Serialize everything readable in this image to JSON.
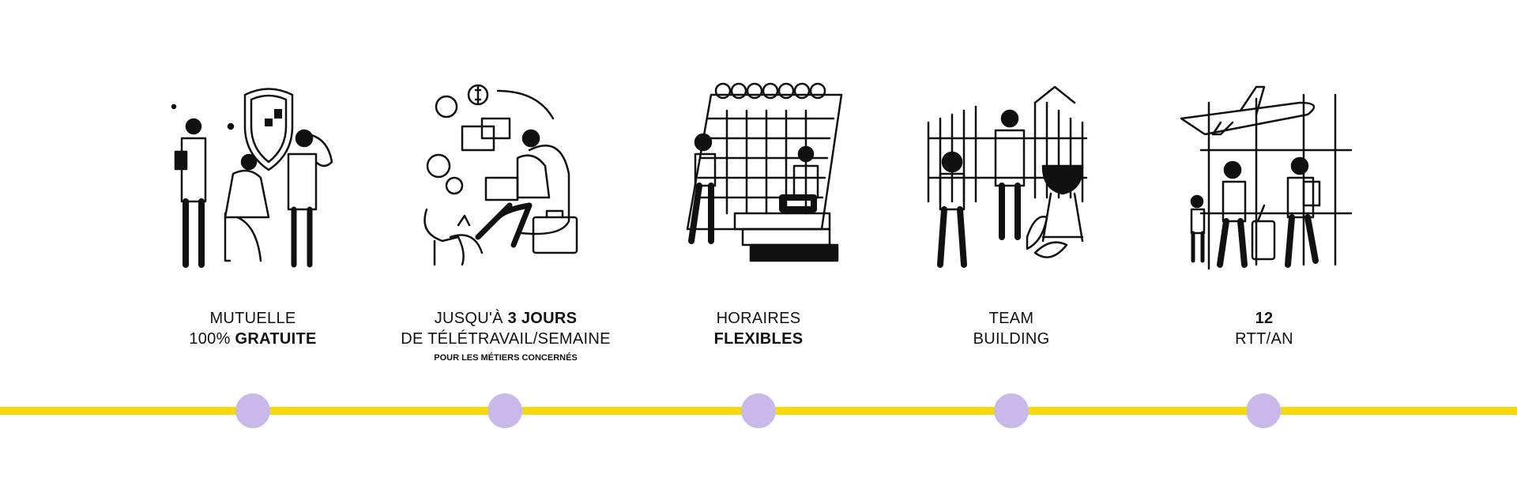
{
  "benefits": [
    {
      "line1": "MUTUELLE",
      "line2_regular": "100% ",
      "line2_bold": "GRATUITE",
      "illustration": "health-insurance-illustration"
    },
    {
      "line1_regular": "JUSQU'À ",
      "line1_bold": "3 JOURS",
      "line2": "DE TÉLÉTRAVAIL/SEMAINE",
      "note": "POUR LES MÉTIERS CONCERNÉS",
      "illustration": "remote-work-illustration"
    },
    {
      "line1": "HORAIRES",
      "line2_bold": "FLEXIBLES",
      "illustration": "flexible-schedule-illustration"
    },
    {
      "line1": "TEAM",
      "line2": "BUILDING",
      "illustration": "team-building-illustration"
    },
    {
      "line1_bold": "12",
      "line2": "RTT/AN",
      "illustration": "vacation-travel-illustration"
    }
  ],
  "colors": {
    "timeline": "#f6d90a",
    "dot": "#cab8ea"
  }
}
